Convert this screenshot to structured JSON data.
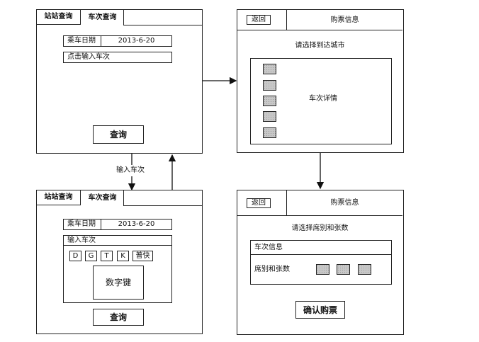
{
  "screen1": {
    "tabs": [
      {
        "label": "站站查询",
        "active": false
      },
      {
        "label": "车次查询",
        "active": true
      }
    ],
    "date_label": "乘车日期",
    "date_value": "2013-6-20",
    "train_input_placeholder": "点击输入车次",
    "query_button": "查询"
  },
  "screen2": {
    "tabs": [
      {
        "label": "站站查询",
        "active": false
      },
      {
        "label": "车次查询",
        "active": true
      }
    ],
    "date_label": "乘车日期",
    "date_value": "2013-6-20",
    "train_input_label": "输入车次",
    "type_keys": [
      "D",
      "G",
      "T",
      "K",
      "普快"
    ],
    "numpad_label": "数字键",
    "query_button": "查询"
  },
  "screen3": {
    "back_button": "返回",
    "title": "购票信息",
    "prompt": "请选择到达城市",
    "list_label": "车次详情",
    "checkbox_count": 5
  },
  "screen4": {
    "back_button": "返回",
    "title": "购票信息",
    "prompt": "请选择席别和张数",
    "train_info_label": "车次信息",
    "seat_label": "席别和张数",
    "seat_option_count": 3,
    "confirm_button": "确认购票"
  },
  "flow": {
    "input_train_label": "输入车次"
  }
}
